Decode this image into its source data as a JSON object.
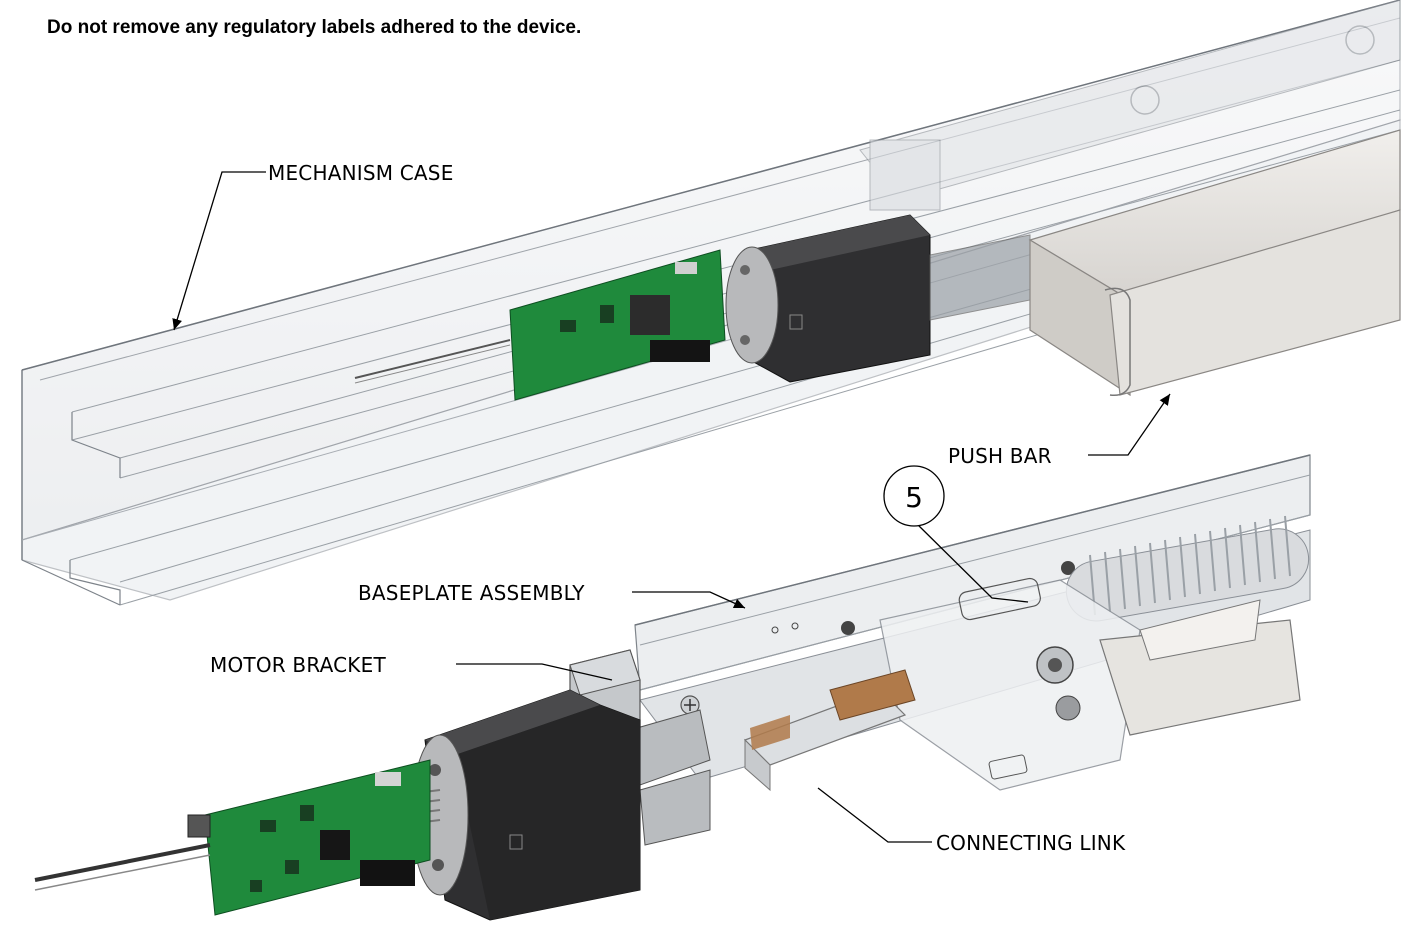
{
  "note": "Do not remove any regulatory labels adhered to the device.",
  "callouts": {
    "mechanism_case": "MECHANISM CASE",
    "push_bar": "PUSH BAR",
    "baseplate_assembly": "BASEPLATE ASSEMBLY",
    "motor_bracket": "MOTOR BRACKET",
    "connecting_link": "CONNECTING LINK"
  },
  "balloon": "5",
  "colors": {
    "pcb_green": "#1f8a3c",
    "motor_black": "#2b2b2b",
    "case_clear": "#e9ecef",
    "push_bar_grey": "#dedcd8",
    "link_bronze": "#b07a4a"
  }
}
